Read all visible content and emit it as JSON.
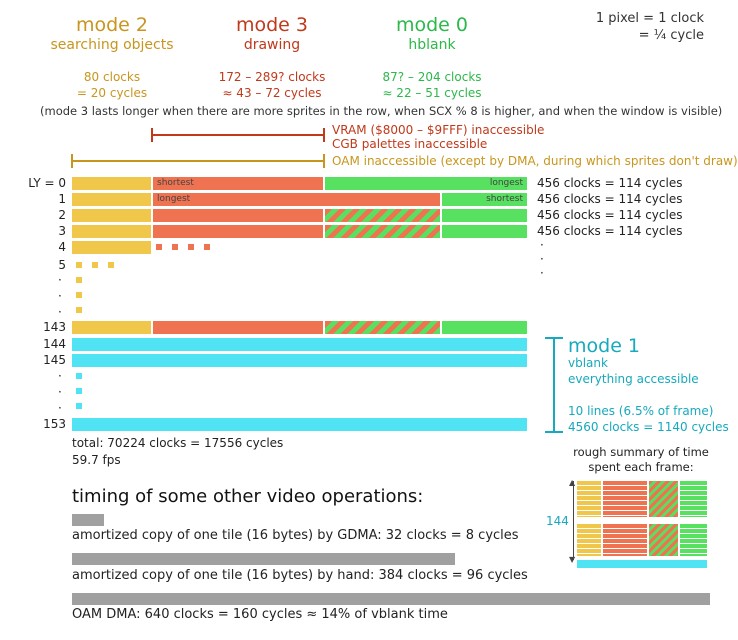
{
  "header": {
    "mode2": {
      "title": "mode 2",
      "subtitle": "searching objects",
      "clocks": "80 clocks",
      "cycles": "= 20 cycles",
      "color": "#c8961e"
    },
    "mode3": {
      "title": "mode 3",
      "subtitle": "drawing",
      "clocks": "172 – 289? clocks",
      "cycles": "≈ 43 – 72 cycles",
      "color": "#c0391b"
    },
    "mode0": {
      "title": "mode 0",
      "subtitle": "hblank",
      "clocks": "87? – 204 clocks",
      "cycles": "≈ 22 – 51 cycles",
      "color": "#2db84a"
    },
    "pixel_note_1": "1 pixel = 1 clock",
    "pixel_note_2": "= ¼ cycle"
  },
  "mode3_note": "(mode 3 lasts longer when there are more sprites in the row, when SCX % 8 is higher, and when the window is visible)",
  "vram_note": "VRAM ($8000 – $9FFF) inaccessible",
  "cgb_note": "CGB palettes inaccessible",
  "oam_note": "OAM inaccessible (except by DMA, during which sprites don't draw)",
  "rows": [
    {
      "ly": "LY = 0",
      "clocks": "456 clocks = 114 cycles",
      "label_m3": "shortest",
      "label_m0": "longest"
    },
    {
      "ly": "1",
      "clocks": "456 clocks = 114 cycles",
      "label_m3": "longest",
      "label_m0": "shortest"
    },
    {
      "ly": "2",
      "clocks": "456 clocks = 114 cycles"
    },
    {
      "ly": "3",
      "clocks": "456 clocks = 114 cycles"
    },
    {
      "ly": "4"
    },
    {
      "ly": "5"
    },
    {
      "ly": "143"
    },
    {
      "ly": "144"
    },
    {
      "ly": "145"
    },
    {
      "ly": "153"
    }
  ],
  "mode1": {
    "title": "mode 1",
    "line1": "vblank",
    "line2": "everything accessible",
    "line3": "10 lines (6.5% of frame)",
    "line4": "4560 clocks = 1140 cycles",
    "color": "#17a9bd"
  },
  "total": {
    "line1": "total: 70224 clocks = 17556 cycles",
    "line2": "59.7 fps"
  },
  "summary": {
    "title_1": "rough summary of time",
    "title_2": "spent each frame:",
    "rows_label": "144"
  },
  "ops": {
    "title": "timing of some other video operations:",
    "items": [
      {
        "label": "amortized copy of one tile (16 bytes) by GDMA: 32 clocks = 8 cycles",
        "clocks": 32
      },
      {
        "label": "amortized copy of one tile (16 bytes) by hand: 384 clocks = 96 cycles",
        "clocks": 384
      },
      {
        "label": "OAM DMA: 640 clocks = 160 cycles ≈ 14% of vblank time",
        "clocks": 640
      }
    ]
  },
  "colors": {
    "mode2": "#f0c64b",
    "mode3": "#ef7350",
    "mode0": "#58e060",
    "mode1": "#4fe3f3",
    "bar": "#a0a0a0"
  }
}
